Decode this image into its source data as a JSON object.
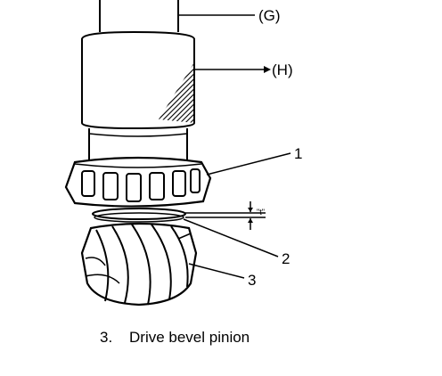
{
  "labels": {
    "tool_g": "(G)",
    "tool_h": "(H)",
    "part_1": "1",
    "part_2": "2",
    "part_3": "3",
    "gap_note": "\"t\""
  },
  "caption": {
    "number": "3.",
    "text": "Drive bevel pinion"
  },
  "colors": {
    "ink": "#000000",
    "paper": "#ffffff"
  }
}
